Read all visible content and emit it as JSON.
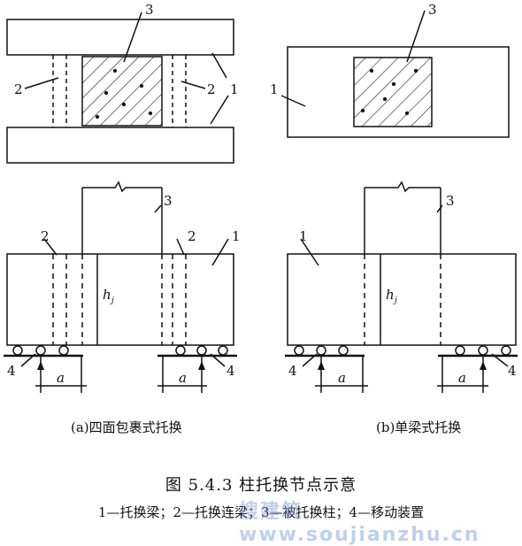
{
  "labels": {
    "n1": "1",
    "n2": "2",
    "n3": "3",
    "n4": "4",
    "dim_a": "a",
    "dim_h": "h",
    "dim_h_sub": "j"
  },
  "subcaptions": {
    "a": "(a)四面包裹式托换",
    "b": "(b)单梁式托换"
  },
  "figure_title": "图 5.4.3   柱托换节点示意",
  "legend": "1—托换梁；2—托换连梁；3—被托换柱；4—移动装置",
  "watermark": "搜建筑 www.soujianzhu.cn"
}
